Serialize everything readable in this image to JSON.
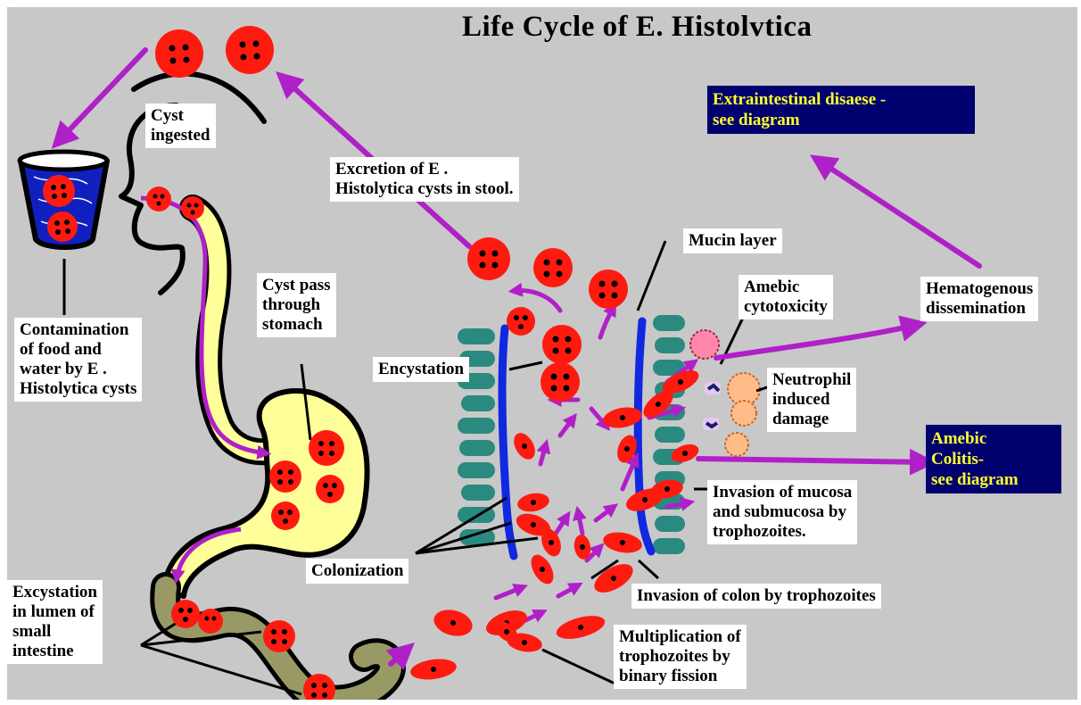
{
  "title": "Life Cycle of E. Histolvtica",
  "labels": {
    "cyst_ingested": "Cyst\ningested",
    "excretion": "Excretion of E .\nHistolytica cysts in stool.",
    "mucin_layer": "Mucin layer",
    "cyst_pass": "Cyst  pass\nthrough\nstomach",
    "amebic_cytotoxicity": "Amebic\ncytotoxicity",
    "hematogenous": "Hematogenous\ndissemination",
    "encystation": "Encystation",
    "neutrophil": "Neutrophil\ninduced\ndamage",
    "contamination": "Contamination\nof food and\nwater by E .\nHistolytica cysts",
    "invasion_mucosa": "Invasion of mucosa\nand submucosa by\ntrophozoites.",
    "colonization": "Colonization",
    "invasion_colon": "Invasion of colon by trophozoites",
    "excystation": "Excystation\nin lumen of\nsmall\nintestine",
    "multiplication": "Multiplication of\ntrophozoites by\nbinary fission"
  },
  "boxes": {
    "extraintestinal": "Extraintestinal disaese -\nsee diagram",
    "amebic_colitis": "Amebic\nColitis-\nsee diagram"
  },
  "colors": {
    "background": "#c8c8c8",
    "arrow": "#b020c8",
    "cell": "#ff1a10",
    "nucleus": "#000000",
    "stomach": "#ffff99",
    "intestine": "#999966",
    "mucosa": "#2a8a80",
    "mucin": "#1028e0",
    "navy_box": "#00006e",
    "navy_text": "#ffff30"
  },
  "icons": [
    "cup-icon",
    "cyst-icon",
    "trophozoite-icon",
    "neutrophil-icon"
  ]
}
